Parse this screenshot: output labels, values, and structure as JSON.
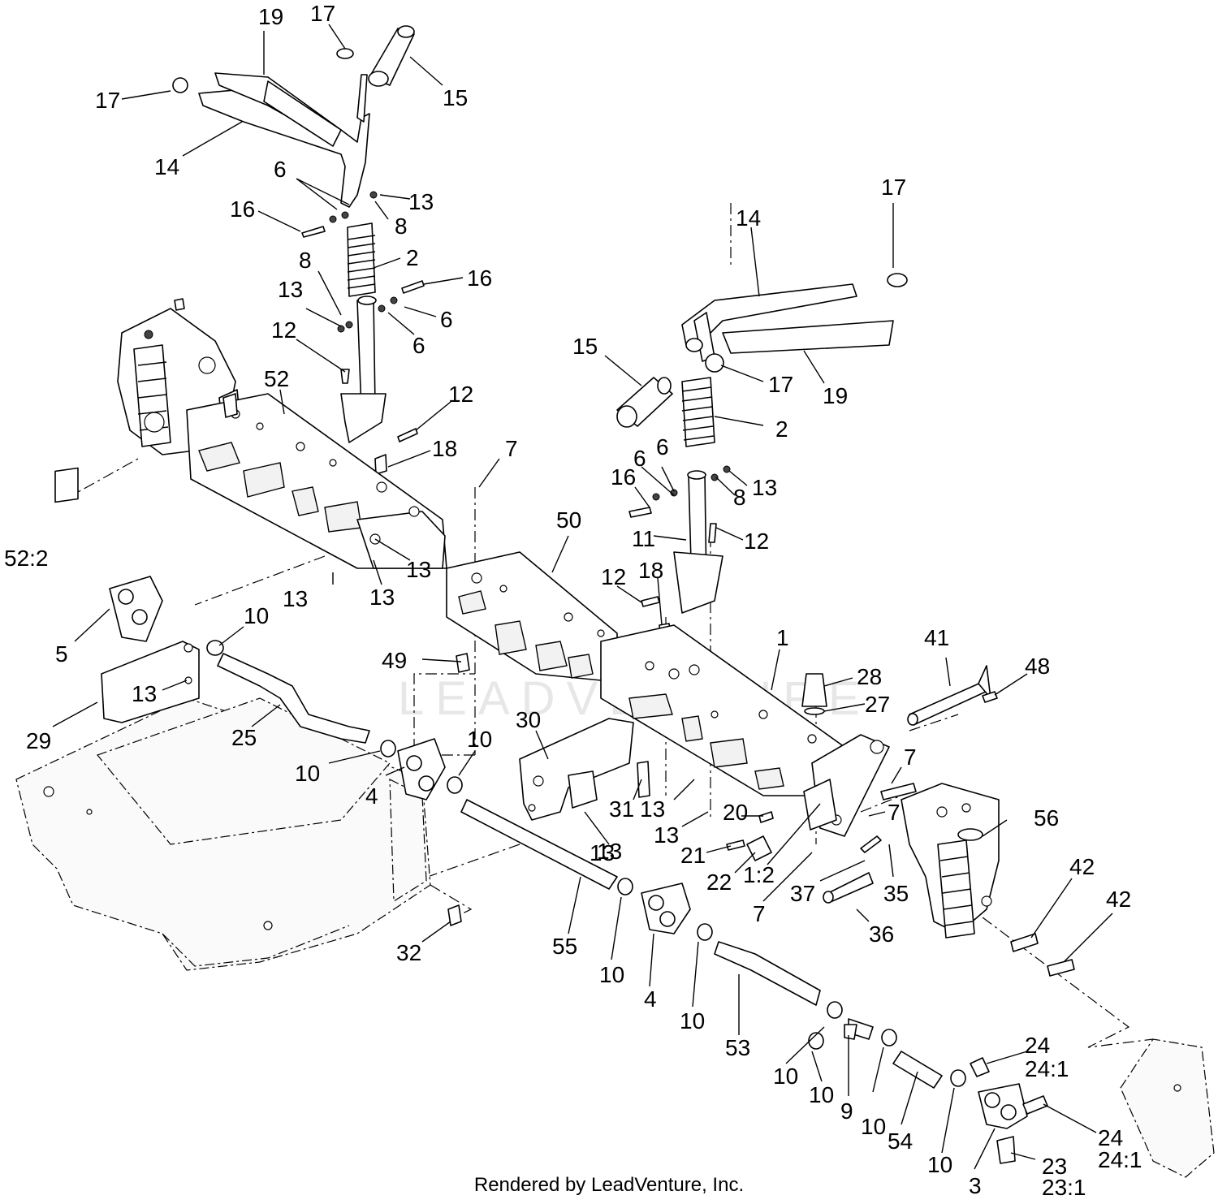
{
  "footer": "Rendered by LeadVenture, Inc.",
  "watermark": "LEADVENTURE",
  "callouts": [
    {
      "id": "c1",
      "text": "19"
    },
    {
      "id": "c2",
      "text": "17"
    },
    {
      "id": "c3",
      "text": "15"
    },
    {
      "id": "c4",
      "text": "17"
    },
    {
      "id": "c5",
      "text": "14"
    },
    {
      "id": "c6",
      "text": "6"
    },
    {
      "id": "c7",
      "text": "13"
    },
    {
      "id": "c8",
      "text": "16"
    },
    {
      "id": "c9",
      "text": "8"
    },
    {
      "id": "c10",
      "text": "2"
    },
    {
      "id": "c11",
      "text": "8"
    },
    {
      "id": "c12",
      "text": "16"
    },
    {
      "id": "c13",
      "text": "13"
    },
    {
      "id": "c14",
      "text": "6"
    },
    {
      "id": "c15",
      "text": "6"
    },
    {
      "id": "c16",
      "text": "12"
    },
    {
      "id": "c17",
      "text": "52"
    },
    {
      "id": "c18",
      "text": "12"
    },
    {
      "id": "c19",
      "text": "18"
    },
    {
      "id": "c20",
      "text": "7"
    },
    {
      "id": "c21",
      "text": "52:2"
    },
    {
      "id": "c22",
      "text": "13"
    },
    {
      "id": "c23",
      "text": "13"
    },
    {
      "id": "c24",
      "text": "13"
    },
    {
      "id": "c25",
      "text": "17"
    },
    {
      "id": "c26",
      "text": "14"
    },
    {
      "id": "c27",
      "text": "15"
    },
    {
      "id": "c28",
      "text": "17"
    },
    {
      "id": "c29",
      "text": "19"
    },
    {
      "id": "c30",
      "text": "2"
    },
    {
      "id": "c31",
      "text": "6"
    },
    {
      "id": "c32",
      "text": "6"
    },
    {
      "id": "c33",
      "text": "16"
    },
    {
      "id": "c34",
      "text": "13"
    },
    {
      "id": "c35",
      "text": "8"
    },
    {
      "id": "c36",
      "text": "50"
    },
    {
      "id": "c37",
      "text": "11"
    },
    {
      "id": "c38",
      "text": "12"
    },
    {
      "id": "c39",
      "text": "12"
    },
    {
      "id": "c40",
      "text": "18"
    },
    {
      "id": "c41",
      "text": "10"
    },
    {
      "id": "c42",
      "text": "5"
    },
    {
      "id": "c43",
      "text": "49"
    },
    {
      "id": "c44",
      "text": "13"
    },
    {
      "id": "c45",
      "text": "29"
    },
    {
      "id": "c46",
      "text": "25"
    },
    {
      "id": "c47",
      "text": "1"
    },
    {
      "id": "c48",
      "text": "41"
    },
    {
      "id": "c49",
      "text": "48"
    },
    {
      "id": "c50",
      "text": "28"
    },
    {
      "id": "c51",
      "text": "27"
    },
    {
      "id": "c52",
      "text": "30"
    },
    {
      "id": "c53",
      "text": "10"
    },
    {
      "id": "c54",
      "text": "10"
    },
    {
      "id": "c55",
      "text": "4"
    },
    {
      "id": "c56",
      "text": "31"
    },
    {
      "id": "c57",
      "text": "13"
    },
    {
      "id": "c58",
      "text": "7"
    },
    {
      "id": "c59",
      "text": "7"
    },
    {
      "id": "c60",
      "text": "56"
    },
    {
      "id": "c61",
      "text": "20"
    },
    {
      "id": "c62",
      "text": "13"
    },
    {
      "id": "c63",
      "text": "13"
    },
    {
      "id": "c64",
      "text": "21"
    },
    {
      "id": "c65",
      "text": "22"
    },
    {
      "id": "c66",
      "text": "1:2"
    },
    {
      "id": "c67",
      "text": "37"
    },
    {
      "id": "c68",
      "text": "35"
    },
    {
      "id": "c69",
      "text": "42"
    },
    {
      "id": "c70",
      "text": "42"
    },
    {
      "id": "c71",
      "text": "7"
    },
    {
      "id": "c72",
      "text": "36"
    },
    {
      "id": "c73",
      "text": "32"
    },
    {
      "id": "c74",
      "text": "55"
    },
    {
      "id": "c75",
      "text": "10"
    },
    {
      "id": "c76",
      "text": "4"
    },
    {
      "id": "c77",
      "text": "10"
    },
    {
      "id": "c78",
      "text": "53"
    },
    {
      "id": "c79",
      "text": "10"
    },
    {
      "id": "c80",
      "text": "10"
    },
    {
      "id": "c81",
      "text": "9"
    },
    {
      "id": "c82",
      "text": "10"
    },
    {
      "id": "c83",
      "text": "54"
    },
    {
      "id": "c84",
      "text": "24"
    },
    {
      "id": "c85",
      "text": "24:1"
    },
    {
      "id": "c86",
      "text": "24"
    },
    {
      "id": "c87",
      "text": "24:1"
    },
    {
      "id": "c88",
      "text": "10"
    },
    {
      "id": "c89",
      "text": "3"
    },
    {
      "id": "c90",
      "text": "23"
    },
    {
      "id": "c91",
      "text": "23:1"
    },
    {
      "id": "c92",
      "text": "13"
    }
  ]
}
